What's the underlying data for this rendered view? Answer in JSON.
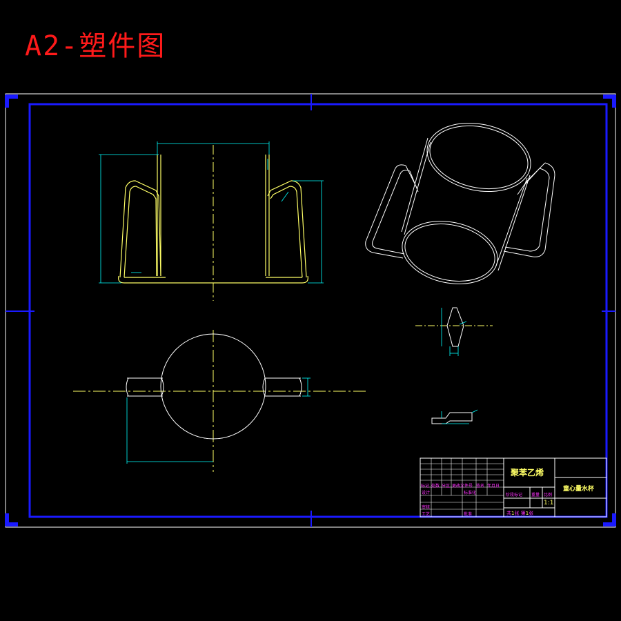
{
  "page_title": "A2-塑件图",
  "title_block": {
    "material": "聚苯乙烯",
    "part_name": "童心量水杯",
    "scale": "1:1",
    "sheet_total_label": "共",
    "sheet_total": "1",
    "sheet_label": "张",
    "sheet_no_label": "第",
    "sheet_no": "1",
    "sheet_suffix": "张",
    "header_row": [
      "标记",
      "处数",
      "分区",
      "更改文件号",
      "签名",
      "年月日"
    ],
    "design_label": "设计",
    "standardize_label": "标准化",
    "stage_label": "阶段标记",
    "weight_label": "重量",
    "scale_label": "比例",
    "review_label": "审核",
    "process_label": "工艺",
    "approve_label": "批准"
  },
  "colors": {
    "frame_outer": "#ffffff",
    "frame_inner": "#1a1aff",
    "geometry": "#ffffff",
    "part_section": "#ffff66",
    "dimension": "#00ffff",
    "centerline": "#ffff66",
    "title_text": "#ff1a1a",
    "table_text": "#ff33ff",
    "table_value": "#ffff66"
  }
}
